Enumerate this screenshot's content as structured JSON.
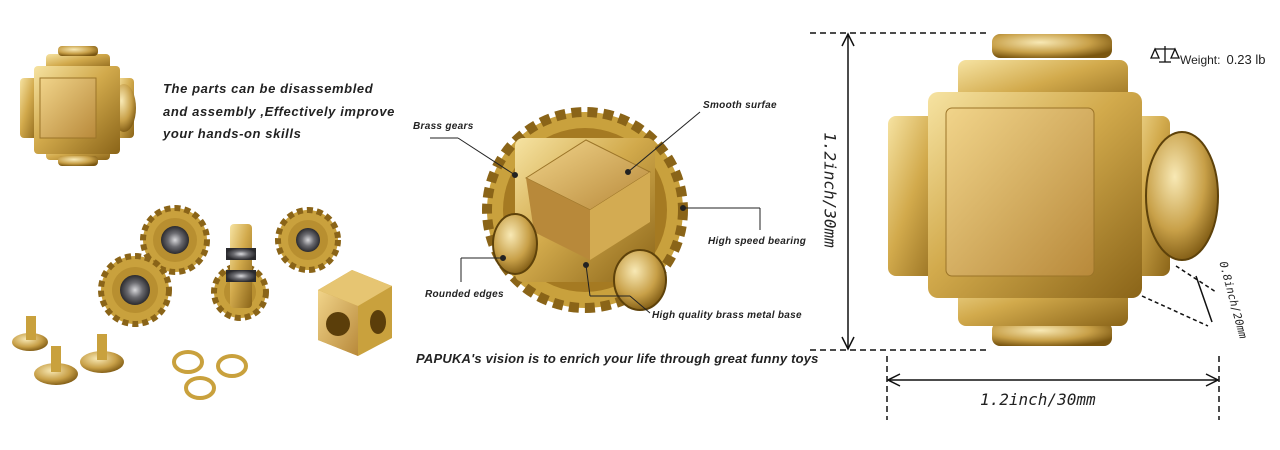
{
  "panel1": {
    "description_lines": [
      "The parts can be disassembled",
      "and assembly ,Effectively improve",
      "your hands-on skills"
    ]
  },
  "panel2": {
    "callouts": {
      "brass_gears": "Brass gears",
      "smooth_surface": "Smooth surfae",
      "high_speed_bearing": "High speed bearing",
      "rounded_edges": "Rounded edges",
      "metal_base": "High quality brass  metal base"
    },
    "vision": "PAPUKA's vision is to enrich your life through great funny toys"
  },
  "panel3": {
    "weight_label": "Weight:",
    "weight_value": "0.23 lb",
    "height_dim": "1.2inch/30mm",
    "width_dim": "1.2inch/30mm",
    "depth_dim": "0.8inch/20mm"
  },
  "colors": {
    "gold_light": "#f3d98a",
    "gold_mid": "#c9a13d",
    "gold_dark": "#8a6418",
    "steel": "#6b6b70"
  }
}
